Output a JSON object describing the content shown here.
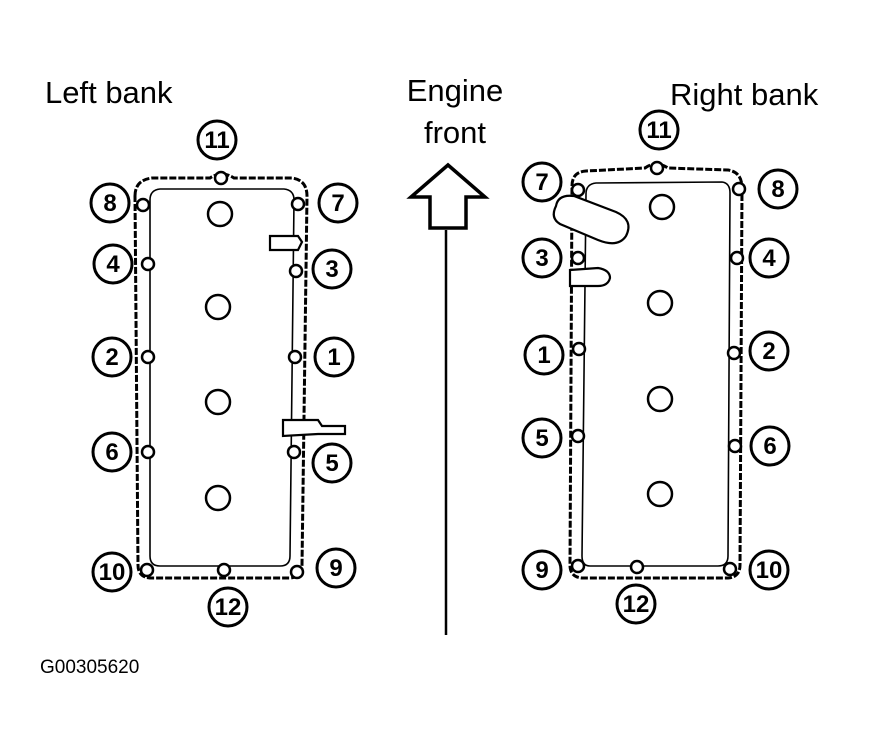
{
  "labels": {
    "left_bank": "Left bank",
    "right_bank": "Right bank",
    "engine_front_line1": "Engine",
    "engine_front_line2": "front",
    "figure_code": "G00305620"
  },
  "left_bank_sequence": [
    "8",
    "11",
    "7",
    "4",
    "3",
    "2",
    "1",
    "6",
    "5",
    "10",
    "12",
    "9"
  ],
  "right_bank_sequence": [
    "7",
    "11",
    "8",
    "3",
    "4",
    "1",
    "2",
    "5",
    "6",
    "9",
    "12",
    "10"
  ],
  "icons": {
    "front_arrow": "up-arrow-icon"
  }
}
